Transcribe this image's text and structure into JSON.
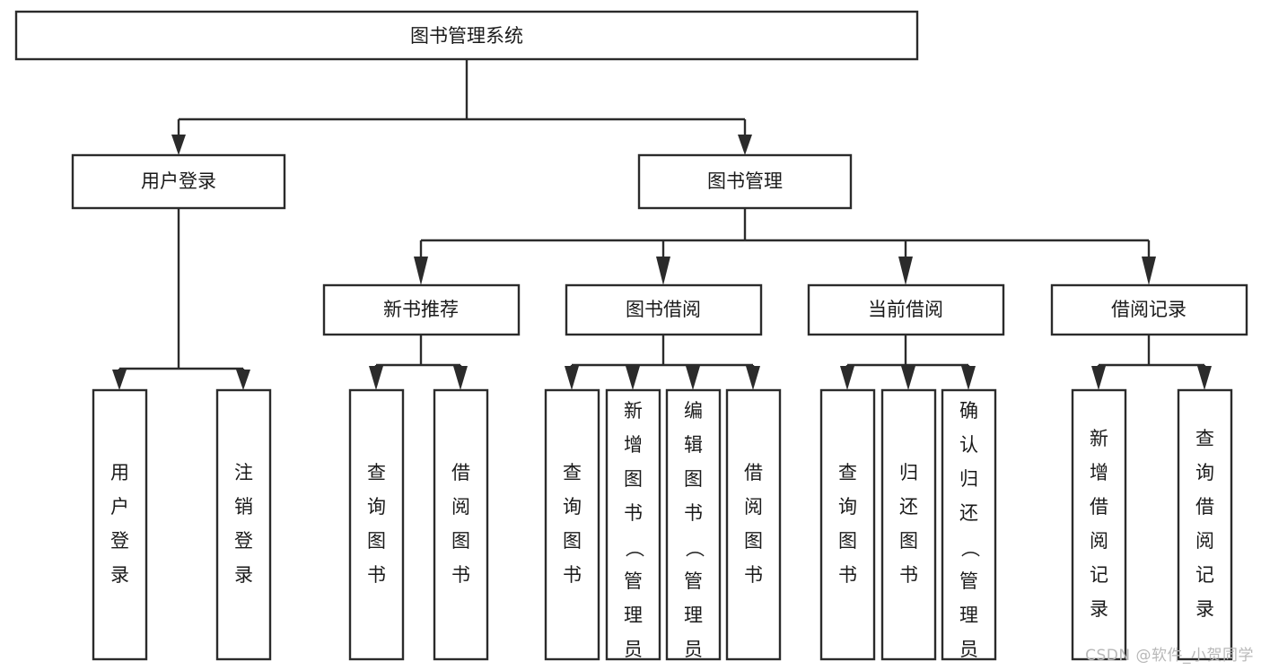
{
  "diagram": {
    "type": "tree-hierarchy-chart",
    "title": "图书管理系统",
    "orientation": "top-down",
    "stroke_color": "#2b2b2b",
    "box_fill": "#ffffff",
    "background": "#ffffff",
    "root": {
      "id": "root",
      "label": "图书管理系统",
      "level": 1,
      "text_orientation": "horizontal"
    },
    "level2": [
      {
        "id": "user-login",
        "label": "用户登录",
        "level": 2,
        "text_orientation": "horizontal"
      },
      {
        "id": "book-manage",
        "label": "图书管理",
        "level": 2,
        "text_orientation": "horizontal"
      }
    ],
    "level3": [
      {
        "id": "new-book-rec",
        "label": "新书推荐",
        "level": 3,
        "text_orientation": "horizontal",
        "parent": "book-manage"
      },
      {
        "id": "book-borrow",
        "label": "图书借阅",
        "level": 3,
        "text_orientation": "horizontal",
        "parent": "book-manage"
      },
      {
        "id": "current-borrow",
        "label": "当前借阅",
        "level": 3,
        "text_orientation": "horizontal",
        "parent": "book-manage"
      },
      {
        "id": "borrow-record",
        "label": "借阅记录",
        "level": 3,
        "text_orientation": "horizontal",
        "parent": "book-manage"
      }
    ],
    "leaves": [
      {
        "id": "leaf-user-login",
        "label": "用户登录",
        "parent": "user-login",
        "text_orientation": "vertical"
      },
      {
        "id": "leaf-logout",
        "label": "注销登录",
        "parent": "user-login",
        "text_orientation": "vertical"
      },
      {
        "id": "leaf-query-book-1",
        "label": "查询图书",
        "parent": "new-book-rec",
        "text_orientation": "vertical"
      },
      {
        "id": "leaf-borrow-book-1",
        "label": "借阅图书",
        "parent": "new-book-rec",
        "text_orientation": "vertical"
      },
      {
        "id": "leaf-query-book-2",
        "label": "查询图书",
        "parent": "book-borrow",
        "text_orientation": "vertical"
      },
      {
        "id": "leaf-add-book",
        "label": "新增图书（管理员）",
        "parent": "book-borrow",
        "text_orientation": "vertical"
      },
      {
        "id": "leaf-edit-book",
        "label": "编辑图书（管理员）",
        "parent": "book-borrow",
        "text_orientation": "vertical"
      },
      {
        "id": "leaf-borrow-book-2",
        "label": "借阅图书",
        "parent": "book-borrow",
        "text_orientation": "vertical"
      },
      {
        "id": "leaf-query-book-3",
        "label": "查询图书",
        "parent": "current-borrow",
        "text_orientation": "vertical"
      },
      {
        "id": "leaf-return-book",
        "label": "归还图书",
        "parent": "current-borrow",
        "text_orientation": "vertical"
      },
      {
        "id": "leaf-confirm-return",
        "label": "确认归还（管理员）",
        "parent": "current-borrow",
        "text_orientation": "vertical"
      },
      {
        "id": "leaf-add-record",
        "label": "新增借阅记录",
        "parent": "borrow-record",
        "text_orientation": "vertical"
      },
      {
        "id": "leaf-query-record",
        "label": "查询借阅记录",
        "parent": "borrow-record",
        "text_orientation": "vertical"
      }
    ]
  },
  "watermark": {
    "text": "CSDN @软件_小贺同学",
    "color": "#b8b8b8"
  }
}
